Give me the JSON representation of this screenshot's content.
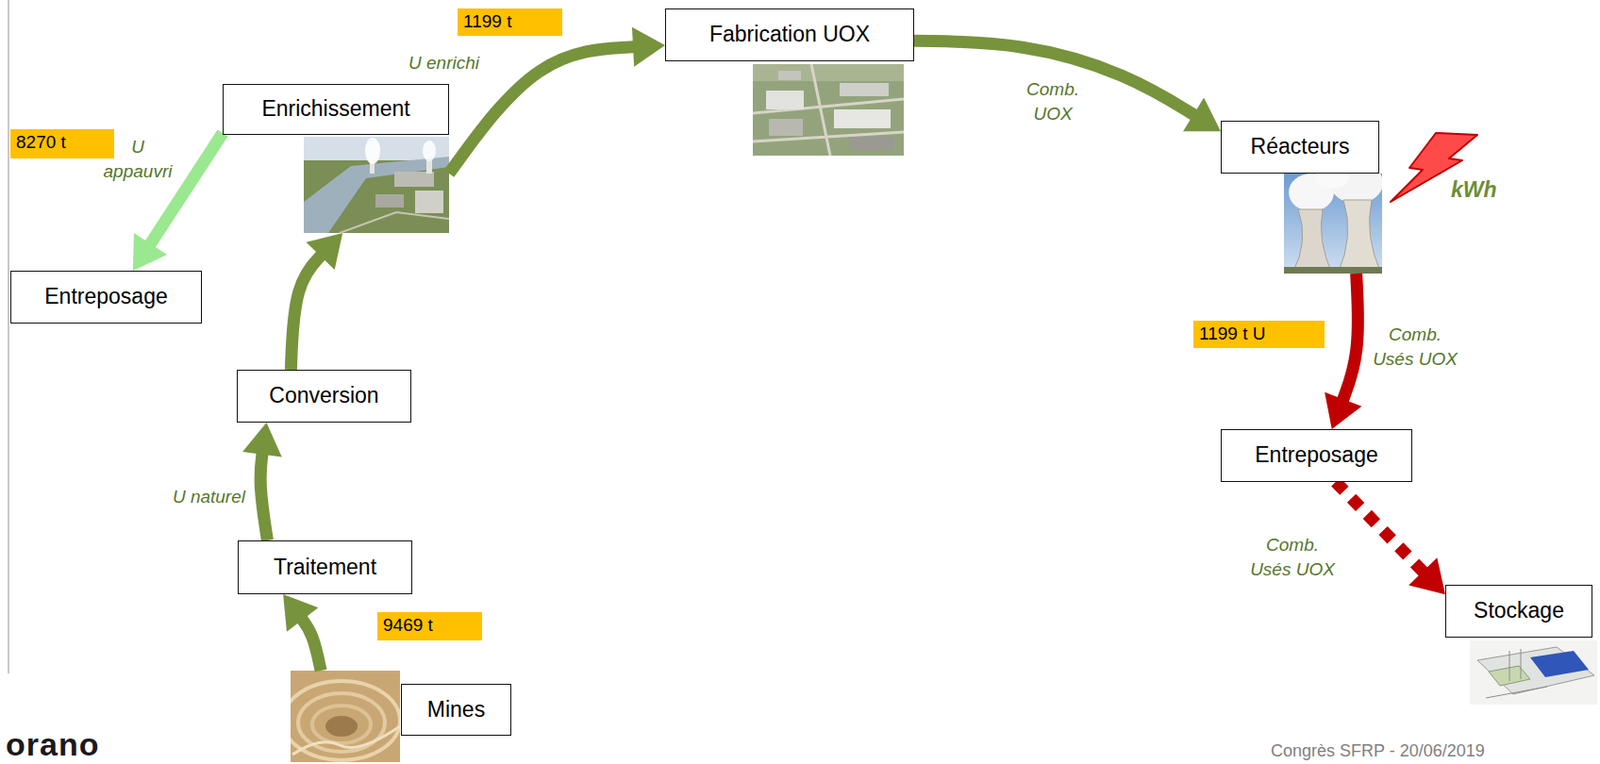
{
  "diagram": {
    "nodes": [
      {
        "text": [
          "Fabrication UOX"
        ]
      },
      {
        "text": [
          "Enrichissement"
        ]
      },
      {
        "text": [
          "Réacteurs"
        ]
      },
      {
        "text": [
          "Entreposage"
        ]
      },
      {
        "text": [
          "Conversion"
        ]
      },
      {
        "text": [
          "Entreposage"
        ]
      },
      {
        "text": [
          "Traitement"
        ]
      },
      {
        "text": [
          "Stockage"
        ]
      },
      {
        "text": [
          "Mines"
        ]
      }
    ],
    "edges": [
      {
        "from": 8,
        "to": 6,
        "arrow": "to"
      },
      {
        "from": 6,
        "to": 4,
        "label": "U naturel",
        "arrow": "to"
      },
      {
        "from": 4,
        "to": 1,
        "arrow": "to"
      },
      {
        "from": 1,
        "to": 0,
        "label": "U enrichi",
        "arrow": "to"
      },
      {
        "from": 1,
        "to": 3,
        "label": "U appauvri",
        "arrow": "to"
      },
      {
        "from": 0,
        "to": 2,
        "label": "Comb. UOX",
        "arrow": "to"
      },
      {
        "from": 2,
        "to": 5,
        "label": "Comb. Usés UOX",
        "arrow": "to"
      },
      {
        "from": 5,
        "to": 7,
        "label": "Comb. Usés UOX",
        "arrow": "to"
      }
    ],
    "labels": [
      "1199 t",
      "8270 t",
      "1199 t U",
      "9469 t",
      "kWh",
      "orano",
      "Congrès SFRP - 20/06/2019"
    ]
  }
}
